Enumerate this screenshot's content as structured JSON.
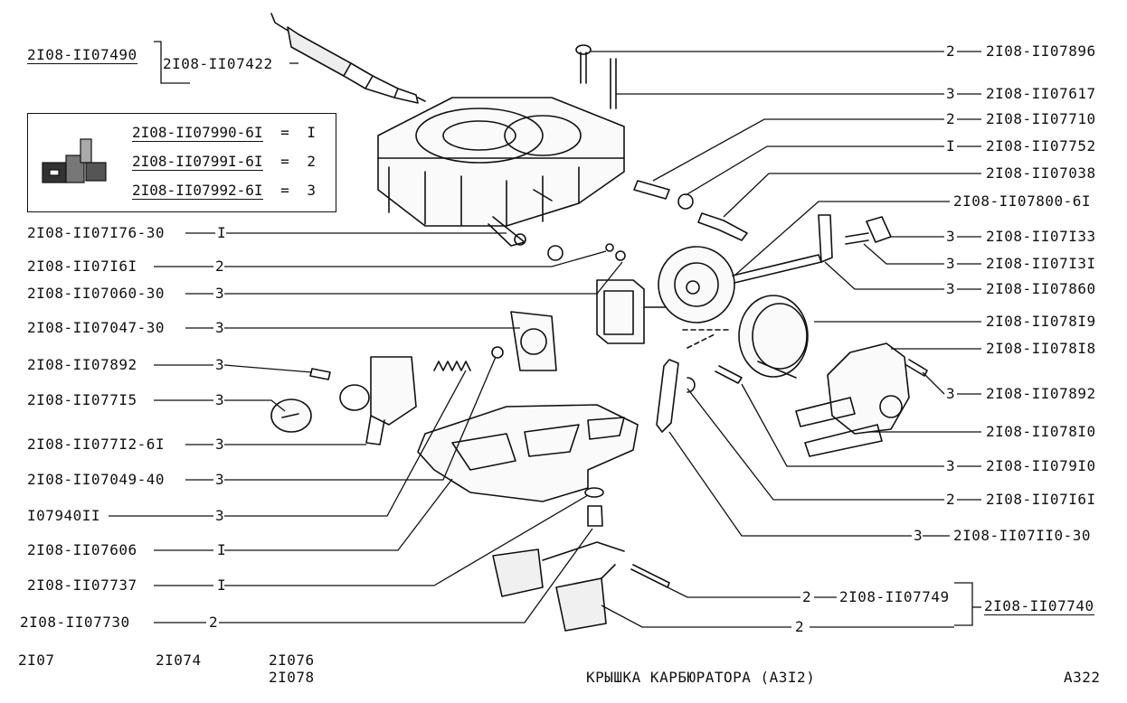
{
  "top_left": {
    "code_a": "2I08-II07490",
    "code_b": "2I08-II07422"
  },
  "kit_box": {
    "rows": [
      {
        "code": "2I08-II07990-6I",
        "sep": "=",
        "qty": "I"
      },
      {
        "code": "2I08-II0799I-6I",
        "sep": "=",
        "qty": "2"
      },
      {
        "code": "2I08-II07992-6I",
        "sep": "=",
        "qty": "3"
      }
    ]
  },
  "left_callouts": [
    {
      "code": "2I08-II07I76-30",
      "qty": "I"
    },
    {
      "code": "2I08-II07I6I",
      "qty": "2"
    },
    {
      "code": "2I08-II07060-30",
      "qty": "3"
    },
    {
      "code": "2I08-II07047-30",
      "qty": "3"
    },
    {
      "code": "2I08-II07892",
      "qty": "3"
    },
    {
      "code": "2I08-II077I5",
      "qty": "3"
    },
    {
      "code": "2I08-II077I2-6I",
      "qty": "3"
    },
    {
      "code": "2I08-II07049-40",
      "qty": "3"
    },
    {
      "code": "I07940II",
      "qty": "3"
    },
    {
      "code": "2I08-II07606",
      "qty": "I"
    },
    {
      "code": "2I08-II07737",
      "qty": "I"
    },
    {
      "code": "2I08-II07730",
      "qty": "2"
    }
  ],
  "right_callouts": [
    {
      "code": "2I08-II07896",
      "qty": "2"
    },
    {
      "code": "2I08-II07617",
      "qty": "3"
    },
    {
      "code": "2I08-II07710",
      "qty": "2"
    },
    {
      "code": "2I08-II07752",
      "qty": "I"
    },
    {
      "code": "2I08-II07038",
      "qty": ""
    },
    {
      "code": "2I08-II07800-6I",
      "qty": ""
    },
    {
      "code": "2I08-II07I33",
      "qty": "3"
    },
    {
      "code": "2I08-II07I3I",
      "qty": "3"
    },
    {
      "code": "2I08-II07860",
      "qty": "3"
    },
    {
      "code": "2I08-II078I9",
      "qty": ""
    },
    {
      "code": "2I08-II078I8",
      "qty": ""
    },
    {
      "code": "2I08-II07892",
      "qty": "3"
    },
    {
      "code": "2I08-II078I0",
      "qty": ""
    },
    {
      "code": "2I08-II079I0",
      "qty": "3"
    },
    {
      "code": "2I08-II07I6I",
      "qty": "2"
    },
    {
      "code": "2I08-II07II0-30",
      "qty": "3"
    }
  ],
  "bottom_right": {
    "code_inner": "2I08-II07749",
    "qty_inner": "2",
    "code_outer": "2I08-II07740",
    "qty_lower": "2"
  },
  "footer": {
    "model_1": "2I07",
    "model_2": "2I074",
    "model_3a": "2I076",
    "model_3b": "2I078",
    "title": "КРЫШКА  КАРБЮРАТОРА (А3I2)",
    "page": "А322"
  }
}
